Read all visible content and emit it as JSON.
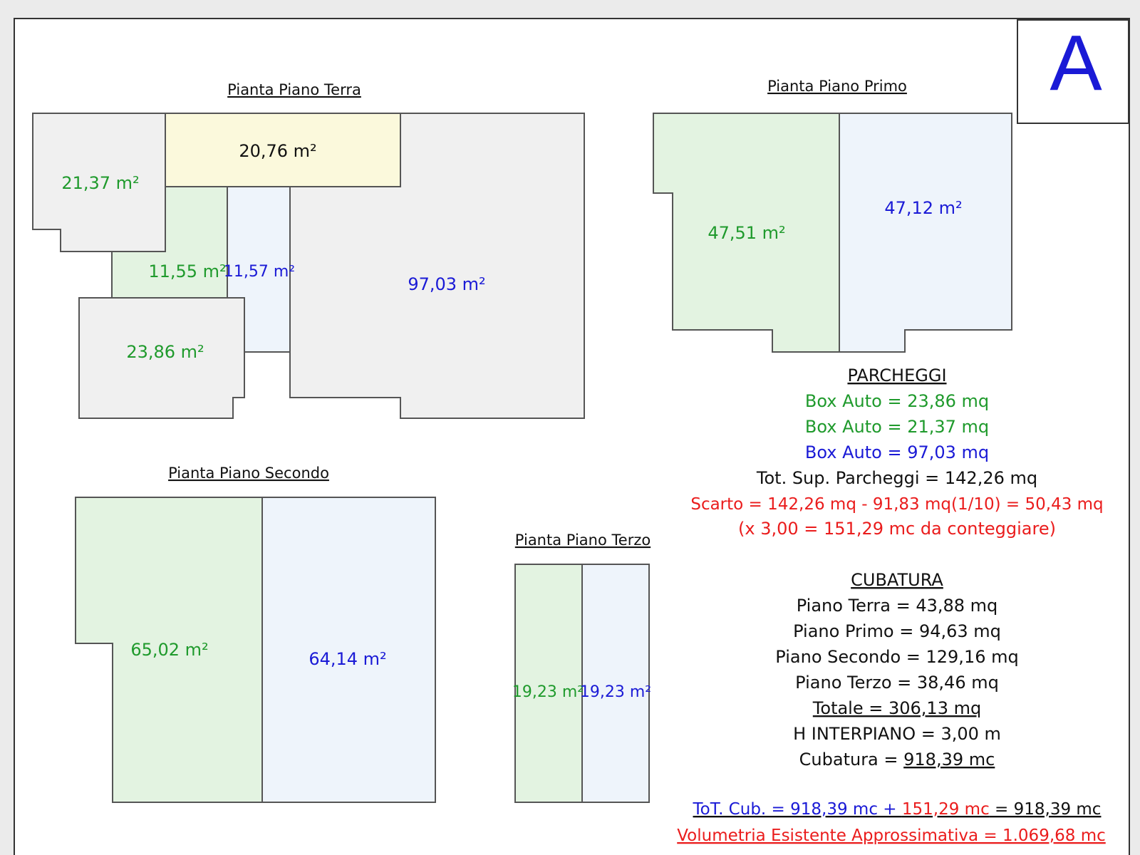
{
  "sheet_letter": "A",
  "plans": {
    "terra": {
      "title": "Pianta Piano Terra",
      "rooms": {
        "a_21_37": "21,37 m²",
        "a_20_76": "20,76 m²",
        "a_11_55": "11,55 m²",
        "a_11_57": "11,57 m²",
        "a_97_03": "97,03 m²",
        "a_23_86": "23,86 m²"
      }
    },
    "primo": {
      "title": "Pianta Piano Primo",
      "rooms": {
        "a_47_51": "47,51 m²",
        "a_47_12": "47,12 m²"
      }
    },
    "secondo": {
      "title": "Pianta Piano Secondo",
      "rooms": {
        "a_65_02": "65,02 m²",
        "a_64_14": "64,14 m²"
      }
    },
    "terzo": {
      "title": "Pianta Piano Terzo",
      "rooms": {
        "a_19_23_left": "19,23 m²",
        "a_19_23_right": "19,23 m²"
      }
    }
  },
  "parcheggi": {
    "heading": "PARCHEGGI",
    "box1": "Box Auto = 23,86 mq",
    "box2": "Box Auto = 21,37 mq",
    "box3": "Box Auto = 97,03 mq",
    "totale": "Tot. Sup. Parcheggi = 142,26 mq",
    "scarto": "Scarto = 142,26 mq - 91,83 mq(1/10) = 50,43 mq",
    "scarto_note": "(x 3,00 = 151,29 mc da conteggiare)"
  },
  "cubatura": {
    "heading": "CUBATURA",
    "terra": "Piano Terra = 43,88 mq",
    "primo": "Piano Primo = 94,63 mq",
    "secondo": "Piano Secondo = 129,16 mq",
    "terzo": "Piano Terzo = 38,46 mq",
    "totale": "Totale = 306,13 mq",
    "h_interpiano": "H INTERPIANO = 3,00 m",
    "cubatura_label": "Cubatura = ",
    "cubatura_value": "918,39 mc"
  },
  "totals": {
    "tot_cub_a": "ToT. Cub. = 918,39 mc + ",
    "tot_cub_b": "151,29 mc",
    "tot_cub_c": " = 918,39 mc",
    "volumetria": "Volumetria Esistente Approssimativa = 1.069,68 mc"
  },
  "colors": {
    "green_fill": "#e3f3e1",
    "blue_fill": "#eef4fb",
    "yellow_fill": "#fbf9dc",
    "gray_fill": "#f0f0f0",
    "green_text": "#1f9a2c",
    "blue_text": "#1a1ad6",
    "red_text": "#ea1c1c"
  }
}
